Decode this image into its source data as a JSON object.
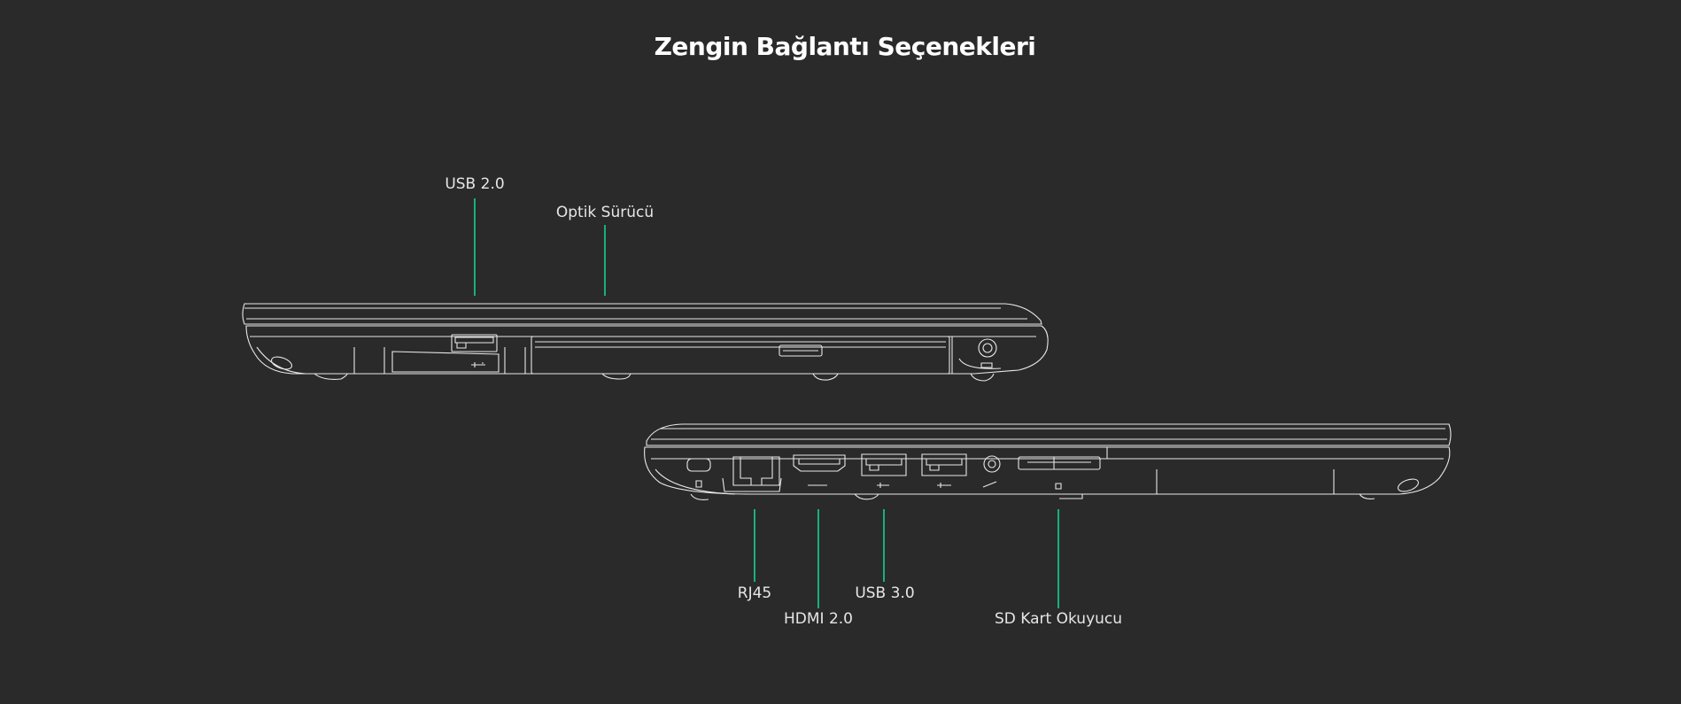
{
  "title": "Zengin Bağlantı Seçenekleri",
  "colors": {
    "background": "#2a2a2a",
    "leader_line": "#18b07a",
    "outline": "#e8e8e8",
    "title": "#ffffff"
  },
  "left_side_view": {
    "callouts": [
      {
        "id": "usb2",
        "label": "USB 2.0"
      },
      {
        "id": "optical",
        "label": "Optik Sürücü"
      }
    ]
  },
  "right_side_view": {
    "callouts": [
      {
        "id": "rj45",
        "label": "RJ45"
      },
      {
        "id": "hdmi",
        "label": "HDMI 2.0"
      },
      {
        "id": "usb3",
        "label": "USB 3.0"
      },
      {
        "id": "sd",
        "label": "SD Kart Okuyucu"
      }
    ]
  }
}
